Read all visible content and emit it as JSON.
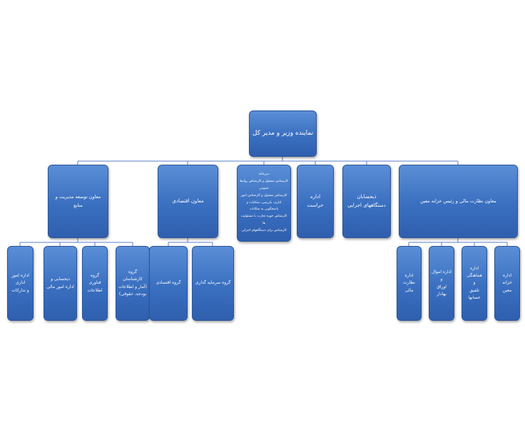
{
  "colors": {
    "box_fill": "#3a6fc0",
    "box_border": "#2b5597",
    "line": "#5b7ec8",
    "text": "#ffffff"
  },
  "root": {
    "label": "نماینده وزیر و مدیر کل"
  },
  "level1": [
    {
      "id": "mgmt-dev",
      "label": "معاون توسعه مدیریت و\nمنابع"
    },
    {
      "id": "economic",
      "label": "معاون اقتصادی"
    },
    {
      "id": "secretariat",
      "label": "دبیرخانه\nکارشناس مسئول و کارشناس روابط عمومی\nکارشناس مسئول و کارشناس امور اداری، بازرسی، شکایات و پاسخگویی به شکایات\nکارشناس حوزه تجارت با مسئولیت ها\nکارشناس برای دستگاههای اجرایی"
    },
    {
      "id": "security",
      "label": "اداره\nحراست"
    },
    {
      "id": "accountants",
      "label": "ذیحسابان\nدستگاههای اجرایی"
    },
    {
      "id": "treasury-dep",
      "label": "معاون نظارت مالی و رئیس خزانه معین"
    }
  ],
  "level2": [
    {
      "id": "admin-affairs",
      "parent": "mgmt-dev",
      "label": "اداره امور اداری\nو تدارکات"
    },
    {
      "id": "accounting",
      "parent": "mgmt-dev",
      "label": "ذیحسابی و\nاداره امور مالی"
    },
    {
      "id": "it-group",
      "parent": "mgmt-dev",
      "label": "گروه\nفناوری\nاطلاعات"
    },
    {
      "id": "experts-group",
      "parent": "mgmt-dev",
      "label": "گروه کارشناسان\n(آمار و اطلاعات\nبودجه، حقوقی)"
    },
    {
      "id": "econ-group",
      "parent": "economic",
      "label": "گروه اقتصادی"
    },
    {
      "id": "invest-group",
      "parent": "economic",
      "label": "گروه سرمایه گذاری"
    },
    {
      "id": "fin-supervision",
      "parent": "treasury-dep",
      "label": "اداره\nنظارت\nمالی"
    },
    {
      "id": "securities",
      "parent": "treasury-dep",
      "label": "اداره اموال\nو\nاوراق\nبهادار"
    },
    {
      "id": "coordination",
      "parent": "treasury-dep",
      "label": "اداره\nهماهنگی\nو\nتلفیق\nحسابها"
    },
    {
      "id": "treasury-office",
      "parent": "treasury-dep",
      "label": "اداره\nخزانه\nمعین"
    }
  ]
}
